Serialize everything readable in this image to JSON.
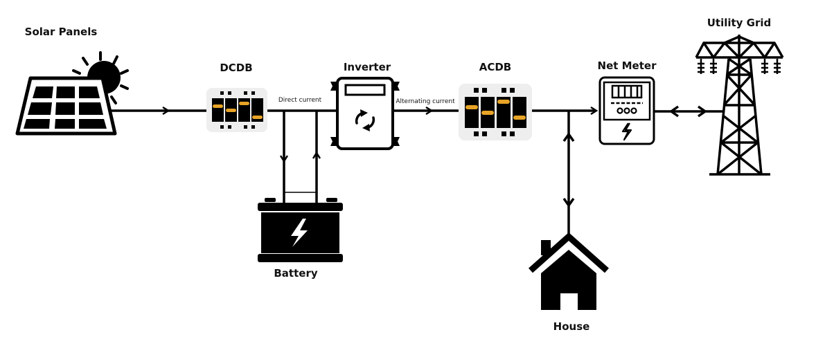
{
  "diagram": {
    "title": "Grid-tied solar system with battery",
    "nodes": {
      "solar_panels": {
        "label": "Solar Panels",
        "icon": "solar-panel-with-sun-icon"
      },
      "dcdb": {
        "label": "DCDB",
        "icon": "breaker-box-icon"
      },
      "inverter": {
        "label": "Inverter",
        "icon": "inverter-icon"
      },
      "acdb": {
        "label": "ACDB",
        "icon": "breaker-box-icon"
      },
      "net_meter": {
        "label": "Net Meter",
        "icon": "electric-meter-icon"
      },
      "utility_grid": {
        "label": "Utility Grid",
        "icon": "transmission-tower-icon"
      },
      "battery": {
        "label": "Battery",
        "icon": "battery-icon"
      },
      "house": {
        "label": "House",
        "icon": "house-icon"
      }
    },
    "edges": [
      {
        "from": "Solar Panels",
        "to": "DCDB",
        "direction": "forward"
      },
      {
        "from": "DCDB",
        "to": "Inverter",
        "label": "Direct current",
        "direction": "forward"
      },
      {
        "from": "DC bus",
        "to": "Battery",
        "direction": "forward",
        "note": "charge"
      },
      {
        "from": "Battery",
        "to": "DC bus",
        "direction": "forward",
        "note": "discharge"
      },
      {
        "from": "Inverter",
        "to": "ACDB",
        "label": "Alternating current",
        "direction": "forward"
      },
      {
        "from": "ACDB",
        "to": "Net Meter",
        "direction": "forward"
      },
      {
        "from": "AC bus",
        "to": "House",
        "direction": "bidirectional"
      },
      {
        "from": "Net Meter",
        "to": "Utility Grid",
        "direction": "bidirectional"
      }
    ],
    "colors": {
      "line": "#000000",
      "breaker_handle": "#E8A426",
      "breaker_box": "#EEEEEE"
    }
  }
}
